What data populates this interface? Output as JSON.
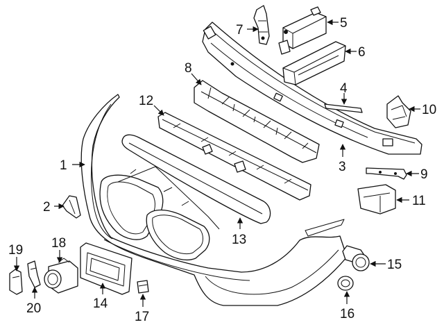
{
  "diagram": {
    "callouts": [
      "1",
      "2",
      "3",
      "4",
      "5",
      "6",
      "7",
      "8",
      "9",
      "10",
      "11",
      "12",
      "13",
      "14",
      "15",
      "16",
      "17",
      "18",
      "19",
      "20"
    ]
  }
}
